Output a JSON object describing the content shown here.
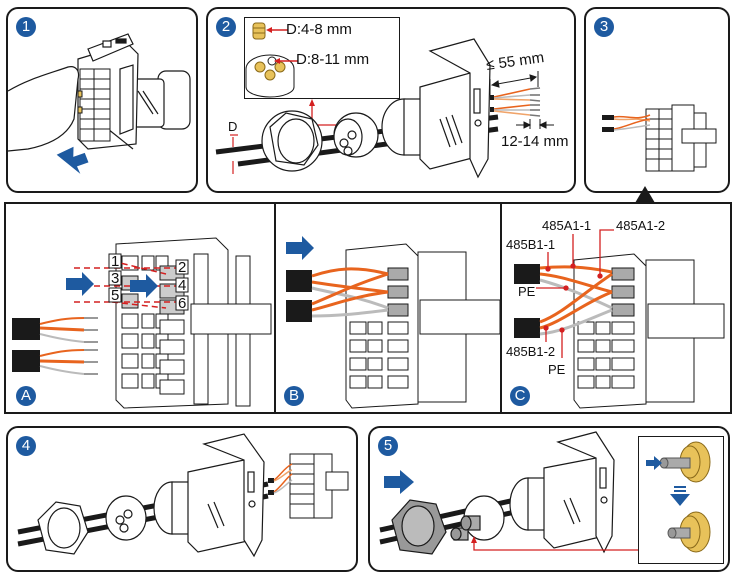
{
  "colors": {
    "badge": "#1e5aa0",
    "arrow_blue": "#1e5aa0",
    "wire_orange": "#e8641e",
    "wire_light": "#f0a46a",
    "callout_red": "#d42020",
    "nut_yellow": "#e8c25a",
    "outline": "#1a1a1a"
  },
  "steps": [
    {
      "badge": "1",
      "name": "remove-terminal-block"
    },
    {
      "badge": "2",
      "name": "route-cables-through-gland",
      "callouts": {
        "small_hole": "D:4-8 mm",
        "large_hole": "D:8-11 mm",
        "cable_diameter": "D",
        "strip_length": "≤ 55 mm",
        "insulation_strip": "12-14 mm"
      }
    },
    {
      "badge": "3",
      "name": "insert-wires-into-terminal"
    },
    {
      "badge": "4",
      "name": "reassemble-connector"
    },
    {
      "badge": "5",
      "name": "tighten-gland-with-plugs"
    }
  ],
  "substeps": [
    {
      "badge": "A",
      "terminal_numbers": [
        "1",
        "2",
        "3",
        "4",
        "5",
        "6"
      ]
    },
    {
      "badge": "B"
    },
    {
      "badge": "C",
      "wire_labels": [
        "485A1-1",
        "485A1-2",
        "485B1-1",
        "PE",
        "485B1-2",
        "PE"
      ]
    }
  ]
}
